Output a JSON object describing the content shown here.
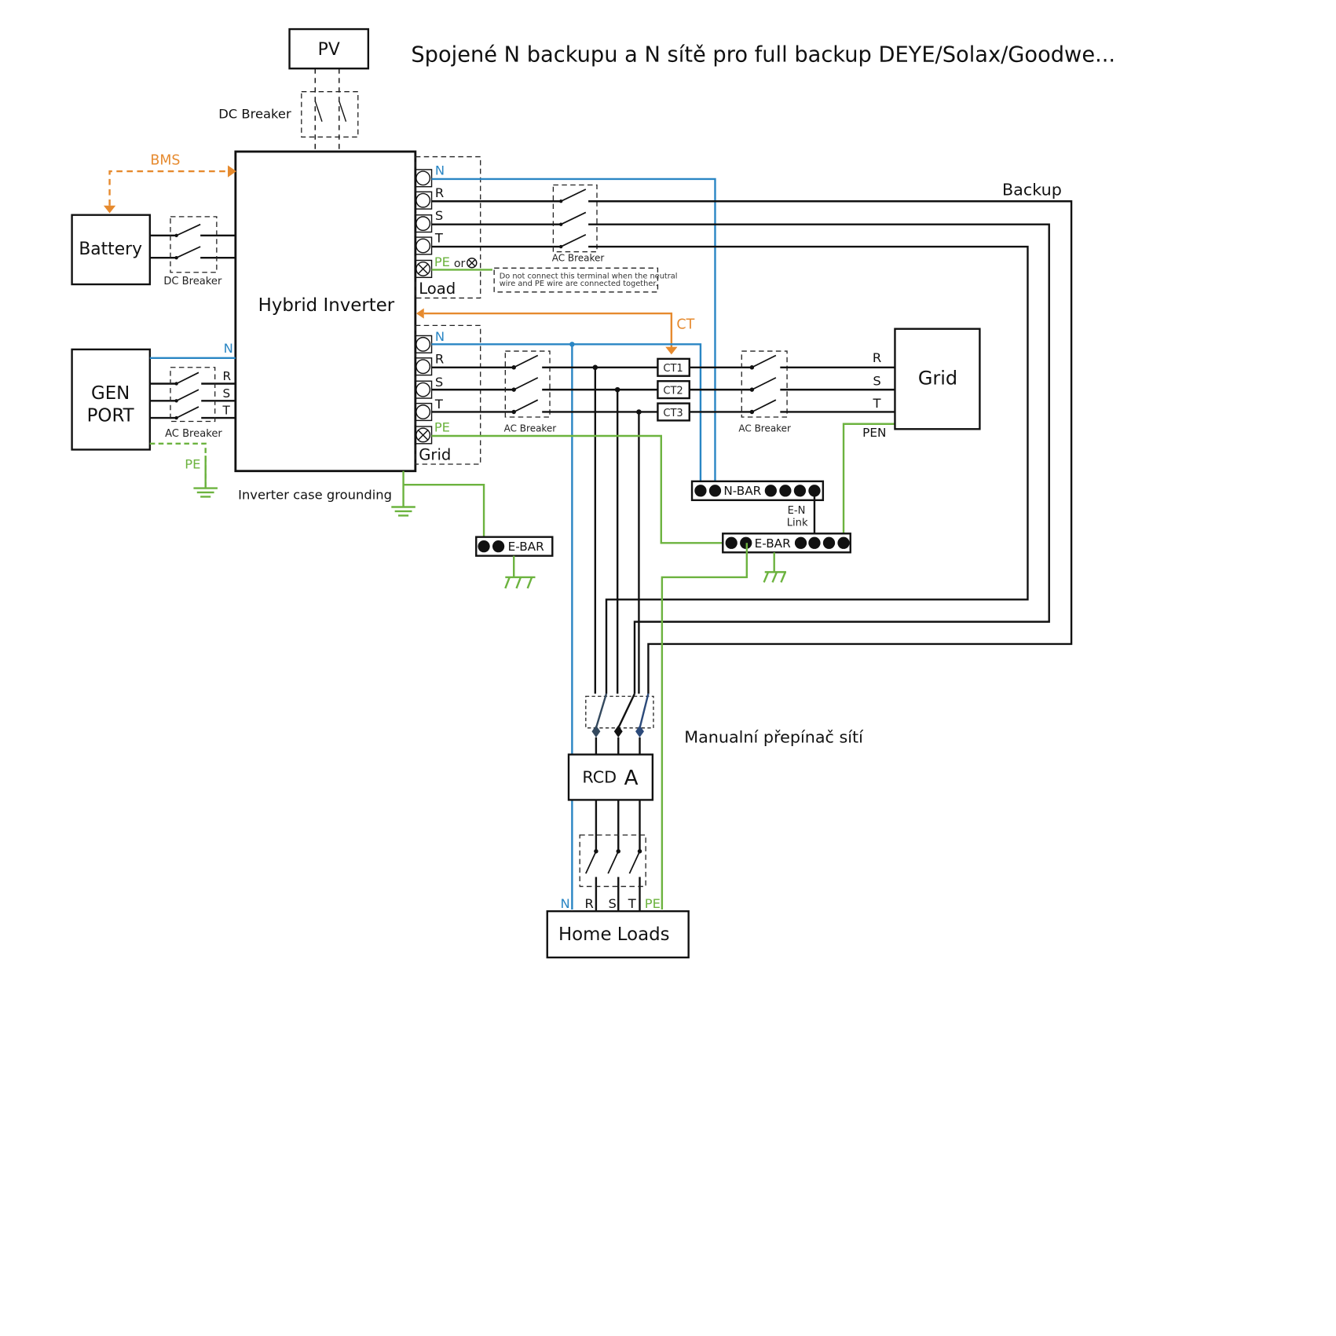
{
  "title": "Spojené N backupu a N sítě pro full backup DEYE/Solax/Goodwe...",
  "colors": {
    "neutral": "#2a86c4",
    "earth": "#6cb33f",
    "signal": "#e68a2e",
    "phase": "#111111"
  },
  "components": {
    "pv": "PV",
    "battery": "Battery",
    "inverter": "Hybrid Inverter",
    "gen_port_line1": "GEN",
    "gen_port_line2": "PORT",
    "grid": "Grid",
    "rcd": "RCD",
    "rcd_type": "A",
    "home_loads": "Home Loads",
    "n_bar": "N-BAR",
    "e_bar_main": "E-BAR",
    "e_bar_inverter": "E-BAR",
    "ct1": "CT1",
    "ct2": "CT2",
    "ct3": "CT3"
  },
  "labels": {
    "dc_breaker_pv": "DC Breaker",
    "dc_breaker_battery": "DC Breaker",
    "ac_breaker_gen": "AC Breaker",
    "ac_breaker_load": "AC Breaker",
    "ac_breaker_grid_port": "AC Breaker",
    "ac_breaker_grid": "AC Breaker",
    "bms": "BMS",
    "ct": "CT",
    "backup": "Backup",
    "pen": "PEN",
    "pe_gen": "PE",
    "en_link_1": "E-N",
    "en_link_2": "Link",
    "inverter_grounding": "Inverter case grounding",
    "manual_switch": "Manualní přepínač sítí",
    "load_port": "Load",
    "grid_port": "Grid",
    "pe_or": "or",
    "note_line1": "Do not connect this terminal when the neutral",
    "note_line2": "wire and PE wire are connected together."
  },
  "terminals": {
    "N": "N",
    "R": "R",
    "S": "S",
    "T": "T",
    "PE": "PE"
  }
}
